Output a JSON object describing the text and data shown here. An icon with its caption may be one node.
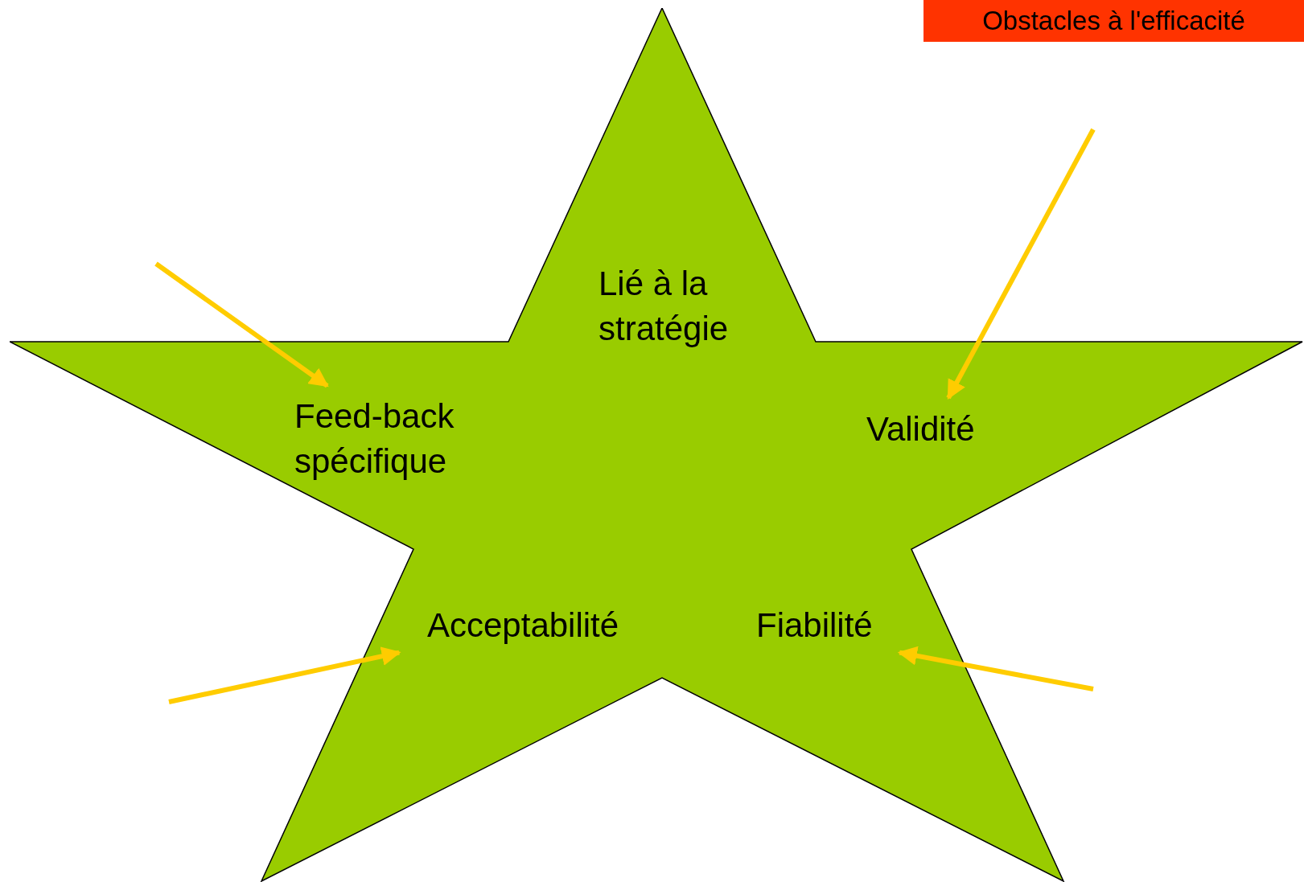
{
  "diagram": {
    "nodes": [
      {
        "text": [],
        "shape": "star"
      },
      {
        "text": [
          "Lié à la stratégie"
        ],
        "in": 0
      },
      {
        "text": [
          "Feed-back spécifique"
        ],
        "in": 0
      },
      {
        "text": [
          "Validité"
        ],
        "in": 0
      },
      {
        "text": [
          "Acceptabilité"
        ],
        "in": 0
      },
      {
        "text": [
          "Fiabilité"
        ],
        "in": 0
      },
      {
        "text": [
          "Obstacles à l'efficacité"
        ]
      }
    ],
    "edges": [
      {
        "from": null,
        "to": 2,
        "arrow": "to"
      },
      {
        "from": null,
        "to": 3,
        "arrow": "to"
      },
      {
        "from": null,
        "to": 4,
        "arrow": "to"
      },
      {
        "from": null,
        "to": 5,
        "arrow": "to"
      }
    ]
  }
}
